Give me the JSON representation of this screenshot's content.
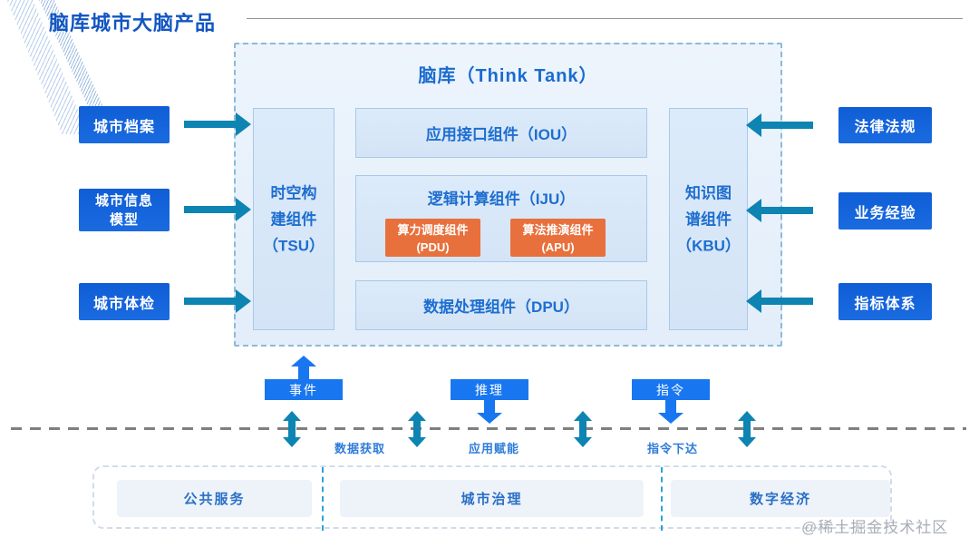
{
  "page": {
    "title": "脑库城市大脑产品",
    "watermark": "@稀土掘金技术社区"
  },
  "think_tank": {
    "title": "脑库（Think Tank）",
    "tsu": {
      "lines": [
        "时空构",
        "建组件",
        "（TSU）"
      ]
    },
    "iou": {
      "label": "应用接口组件（IOU）"
    },
    "iju": {
      "label": "逻辑计算组件（IJU）",
      "children": [
        {
          "name": "算力调度组件",
          "code": "(PDU)"
        },
        {
          "name": "算法推演组件",
          "code": "(APU)"
        }
      ]
    },
    "dpu": {
      "label": "数据处理组件（DPU）"
    },
    "kbu": {
      "lines": [
        "知识图",
        "谱组件",
        "（KBU）"
      ]
    }
  },
  "left_inputs": [
    {
      "label": "城市档案"
    },
    {
      "label": "城市信息模型"
    },
    {
      "label": "城市体检"
    }
  ],
  "right_inputs": [
    {
      "label": "法律法规"
    },
    {
      "label": "业务经验"
    },
    {
      "label": "指标体系"
    }
  ],
  "flows": [
    {
      "label": "事件",
      "direction": "up"
    },
    {
      "label": "推理",
      "direction": "down"
    },
    {
      "label": "指令",
      "direction": "down"
    }
  ],
  "exchange_labels": [
    "数据获取",
    "应用赋能",
    "指令下达"
  ],
  "bottom_domains": [
    "公共服务",
    "城市治理",
    "数字经济"
  ],
  "colors": {
    "title_blue": "#1356c2",
    "button_blue": "#1463d9",
    "flow_blue": "#1877f0",
    "arrow_teal": "#0d84b2",
    "component_text_blue": "#1e6ecf",
    "component_bg": "#d8e7f8",
    "think_tank_bg": "#e8f1fb",
    "orange": "#e8703c",
    "domain_text_blue": "#2a70c6",
    "boundary_gray": "#7f7f7f"
  }
}
